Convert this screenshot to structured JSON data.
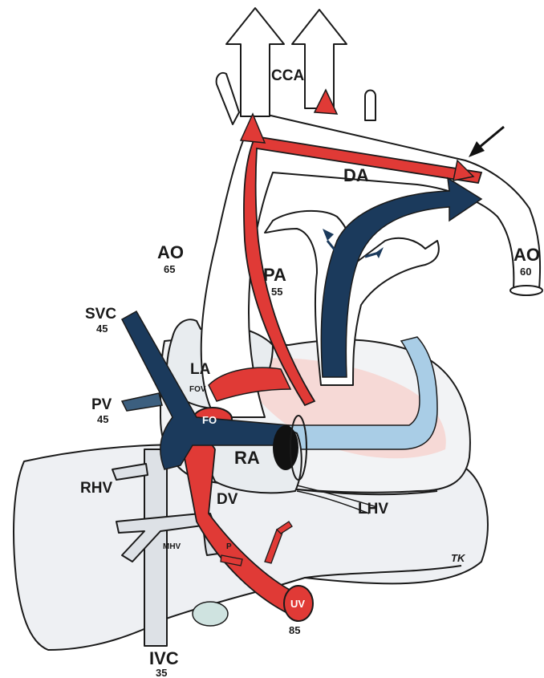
{
  "labels": {
    "cca": "CCA",
    "ao_left": "AO",
    "ao_left_value": "65",
    "ao_right": "AO",
    "ao_right_value": "60",
    "da": "DA",
    "pa": "PA",
    "pa_value": "55",
    "svc": "SVC",
    "svc_value": "45",
    "pv": "PV",
    "pv_value": "45",
    "la": "LA",
    "fov": "FOV",
    "fo": "FO",
    "ra": "RA",
    "rhv": "RHV",
    "dv": "DV",
    "lhv": "LHV",
    "mhv": "MHV",
    "p": "P",
    "uv": "UV",
    "uv_value": "85",
    "ivc": "IVC",
    "ivc_value": "35",
    "signature": "TK"
  },
  "colors": {
    "oxygenated": "#e03a36",
    "deoxygenated": "#1b3a5c",
    "mixed_light": "#a9cde6",
    "pink_light": "#f6d9d6",
    "organ": "#f2f3f5",
    "vessel_grey": "#dadde2",
    "outline": "#1a1a1a"
  }
}
